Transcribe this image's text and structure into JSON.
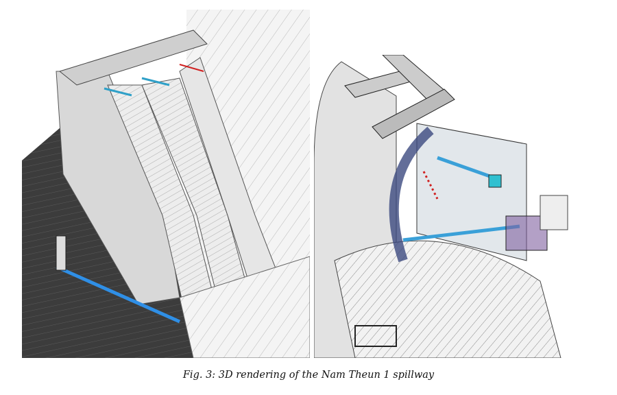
{
  "figure": {
    "caption": "Fig. 3: 3D rendering of the Nam Theun 1 spillway",
    "left_image": "spillway-overview-render",
    "right_image": "radial-gate-cutaway-render"
  },
  "colors": {
    "dam_body": "#3a3a3a",
    "concrete": "#e6e6e6",
    "gallery_pipe": "#2f8fe6",
    "accent_red": "#d02020"
  }
}
